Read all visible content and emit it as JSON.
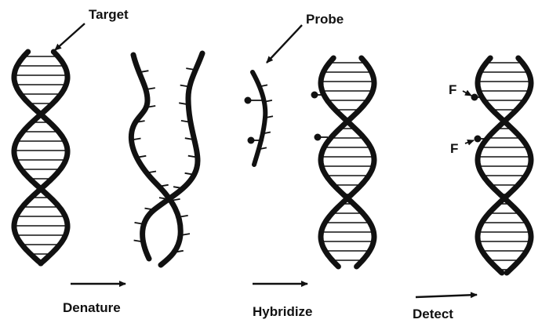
{
  "labels": {
    "target": "Target",
    "probe": "Probe",
    "denature": "Denature",
    "hybridize": "Hybridize",
    "detect": "Detect",
    "fluor_1": "F",
    "fluor_2": "F"
  },
  "colors": {
    "ink": "#111111",
    "background": "#ffffff"
  }
}
